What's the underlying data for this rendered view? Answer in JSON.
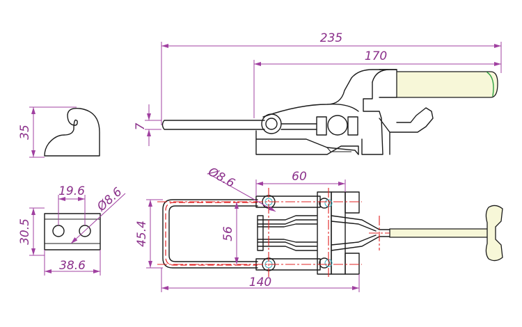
{
  "drawing": {
    "colors": {
      "object_line": "#1a1a1a",
      "dimension_line": "#a040a0",
      "center_line": "#e02020",
      "handle_grip": "#f7f7d8"
    },
    "dimensions": {
      "overall_length": "235",
      "handle_length": "170",
      "rod_thickness": "7",
      "hook_height": "35",
      "hole_spacing": "19.6",
      "hole_diameter_base": "Ø8.6",
      "base_height": "30.5",
      "base_width": "38.6",
      "hole_diameter_plan": "Ø8.6",
      "mount_width": "60",
      "loop_width": "45.4",
      "hole_pitch": "56",
      "plan_length": "140"
    }
  }
}
